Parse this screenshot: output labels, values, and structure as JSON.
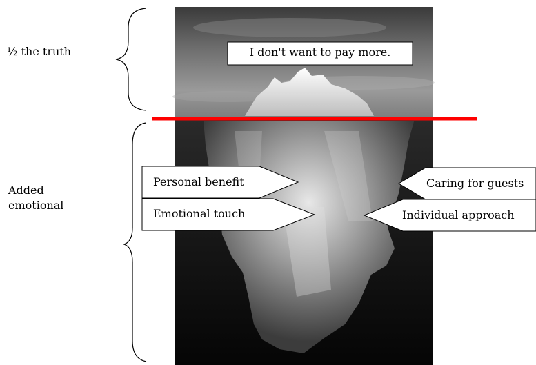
{
  "brackets": {
    "upper_label": "½ the truth",
    "lower_label": "Added\nemotional"
  },
  "iceberg": {
    "tip_statement": "I don't want to pay more.",
    "waterline_color": "#ff0000",
    "left_callouts": [
      "Personal benefit",
      "Emotional touch"
    ],
    "right_callouts": [
      "Caring for guests",
      "Individual approach"
    ]
  }
}
